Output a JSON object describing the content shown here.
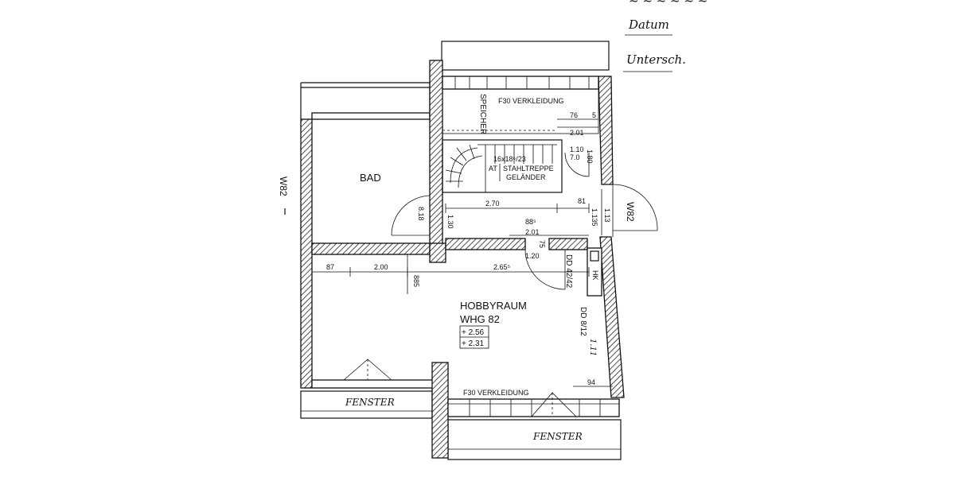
{
  "notes": {
    "datum": "Datum",
    "unterschrift": "Untersch."
  },
  "rooms": {
    "bad": "BAD",
    "hobbyraum": "HOBBYRAUM",
    "whg": "WHG  82",
    "level_1": "+ 2.56",
    "level_2": "+ 2.31",
    "speicher": "SPEICHER"
  },
  "labels": {
    "f30_top": "F30 VERKLEIDUNG",
    "f30_bottom": "F30 VERKLEIDUNG",
    "stair_spec": "16x18⁶/23",
    "stair_at": "AT",
    "stair_type": "STAHLTREPPE",
    "stair_rail": "GELÄNDER",
    "fenster_left": "FENSTER",
    "fenster_right": "FENSTER",
    "w82_left": "W82",
    "w82_right": "W82",
    "dd_1": "DD 42/42",
    "dd_2": "DD 8/12",
    "hk": "HK",
    "side_note": "1.11"
  },
  "dimensions": {
    "d76": "76",
    "d5": "5",
    "d201_top": "2.01",
    "d110": "1.10",
    "d70": "7.0",
    "d180": "1.80",
    "d270": "2.70",
    "d81": "81",
    "d885_top": "88⁵",
    "d201_mid": "2.01",
    "d120": "1.20",
    "d75": "75",
    "d130": "1.30",
    "d818": "8.18",
    "d1135": "1.135",
    "d113": "1.13",
    "d87": "87",
    "d200": "2.00",
    "d265": "2.65⁵",
    "d885_side": "885",
    "d94": "94"
  }
}
